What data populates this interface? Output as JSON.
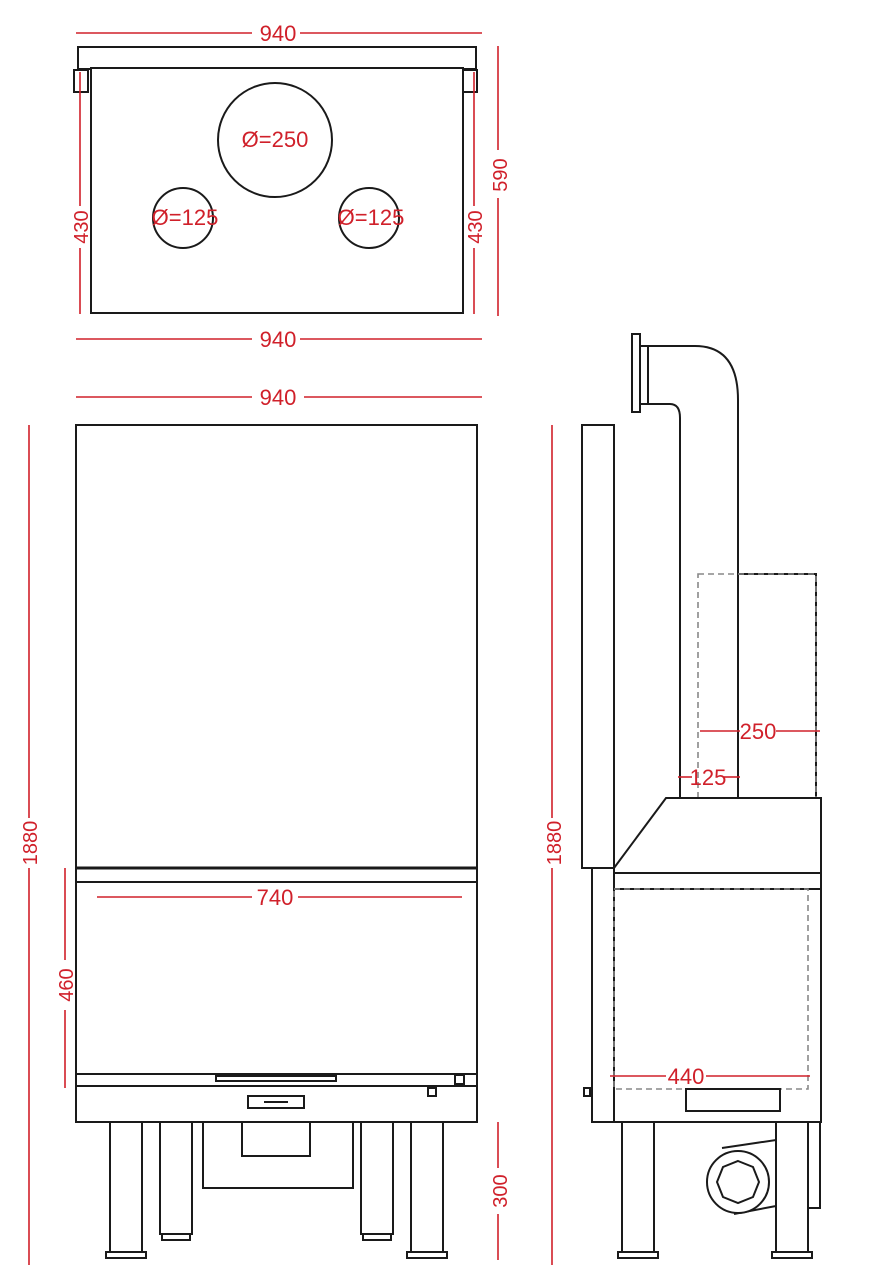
{
  "colors": {
    "dimension": "#d0202a",
    "outline": "#1a1a1a",
    "hidden": "#888888"
  },
  "top_view": {
    "width_top": "940",
    "width_bottom": "940",
    "depth_left": "430",
    "depth_right": "430",
    "depth_total": "590",
    "flue_main": "Ø=250",
    "flue_left": "Ø=125",
    "flue_right": "Ø=125"
  },
  "front_view": {
    "width": "940",
    "height": "1880",
    "firebox_width": "740",
    "firebox_height": "460",
    "leg_height": "300"
  },
  "side_view": {
    "height": "1880",
    "flue_outer": "250",
    "flue_inner": "125",
    "depth": "440"
  }
}
